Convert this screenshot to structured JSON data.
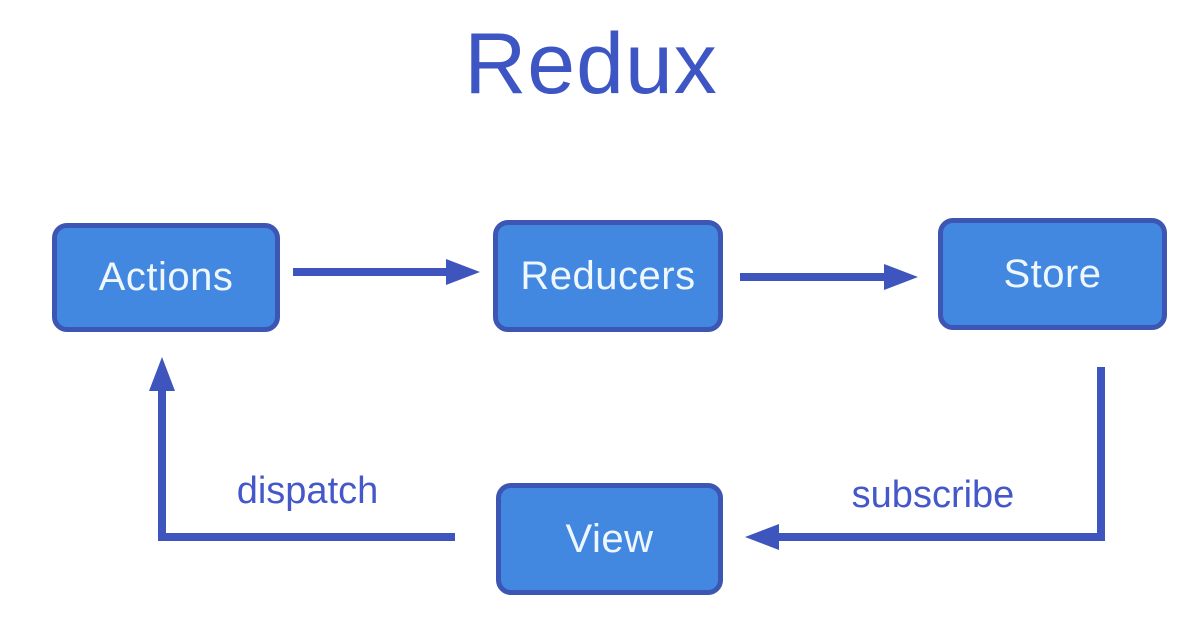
{
  "title": "Redux",
  "nodes": {
    "actions": {
      "label": "Actions"
    },
    "reducers": {
      "label": "Reducers"
    },
    "store": {
      "label": "Store"
    },
    "view": {
      "label": "View"
    }
  },
  "edges": {
    "actions_to_reducers": "",
    "reducers_to_store": "",
    "store_to_view_label": "subscribe",
    "view_to_actions_label": "dispatch"
  },
  "colors": {
    "background": "#ffffff",
    "title_text": "#3d56c4",
    "node_fill": "#4287e0",
    "node_border": "#3d55b3",
    "node_text": "#eef6fe",
    "arrow": "#3e55bd",
    "edge_label_text": "#4458c9"
  }
}
